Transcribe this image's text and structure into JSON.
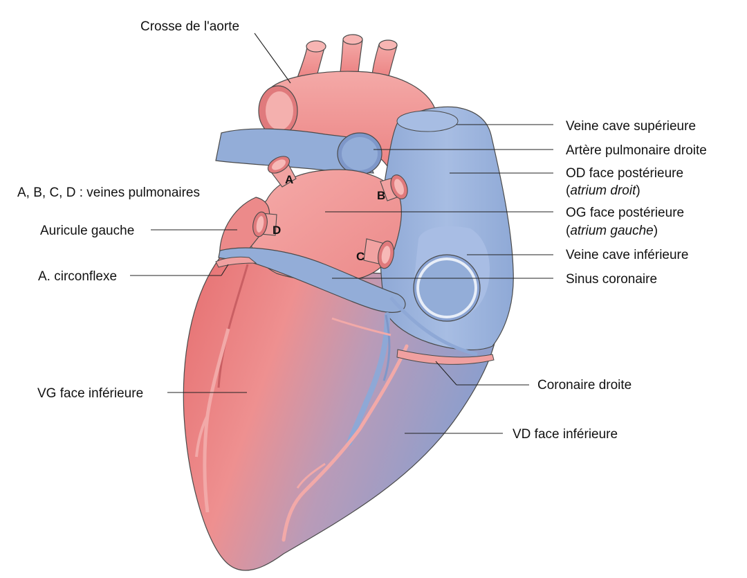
{
  "colors": {
    "artery": "#ee8c8c",
    "artery_light": "#f7b5b3",
    "artery_dark": "#d96b6d",
    "vein": "#93add8",
    "vein_light": "#b8cbe9",
    "vein_dark": "#7890c2",
    "outline": "#4a4a4a"
  },
  "labels": {
    "crosse_aorte": "Crosse de l'aorte",
    "veine_cave_superieure": "Veine cave supérieure",
    "artere_pulmonaire_droite": "Artère pulmonaire droite",
    "od_face_posterieure": "OD face postérieure",
    "atrium_droit_open": "(",
    "atrium_droit": "atrium droit",
    "atrium_droit_close": ")",
    "og_face_posterieure": "OG face postérieure",
    "atrium_gauche_open": "(",
    "atrium_gauche": "atrium gauche",
    "atrium_gauche_close": ")",
    "veine_cave_inferieure": "Veine cave inférieure",
    "sinus_coronaire": "Sinus coronaire",
    "coronaire_droite": "Coronaire droite",
    "vd_face_inferieure": "VD face inférieure",
    "veines_pulmonaires_legend": "A, B, C, D : veines pulmonaires",
    "auricule_gauche": "Auricule gauche",
    "a_circonflexe": "A. circonflexe",
    "vg_face_inferieure": "VG face inférieure"
  },
  "vein_letters": {
    "a": "A",
    "b": "B",
    "c": "C",
    "d": "D"
  }
}
